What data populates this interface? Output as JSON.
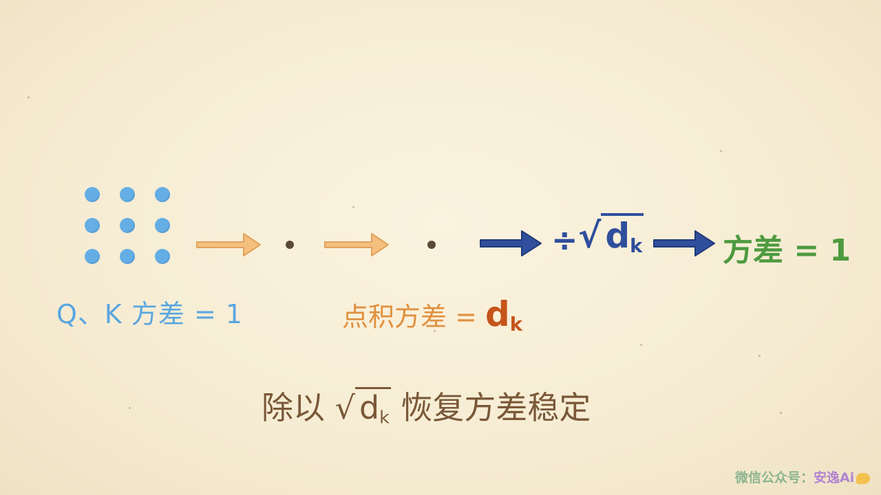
{
  "qk_label": "Q、K 方差 = 1",
  "dot_label": {
    "text": "点积方差 = ",
    "d": "d",
    "k": "k"
  },
  "divide_op": "÷",
  "sqrt_dk": {
    "d": "d",
    "k": "k"
  },
  "result_label": "方差 = 1",
  "bottom_caption": {
    "left": "除以",
    "d": "d",
    "k": "k",
    "right": "恢复方差稳定"
  },
  "watermark": {
    "prefix": "微信公众号：",
    "name": "安逸Ai"
  },
  "colors": {
    "dots": "#64aee5",
    "qk_text": "#5aa6df",
    "orange_arrow": "#f4c07e",
    "orange_text": "#e0903e",
    "dk_highlight": "#c5541a",
    "blue_arrow": "#2f4f9c",
    "green_text": "#4d9a3f",
    "caption_text": "#7a5838"
  }
}
